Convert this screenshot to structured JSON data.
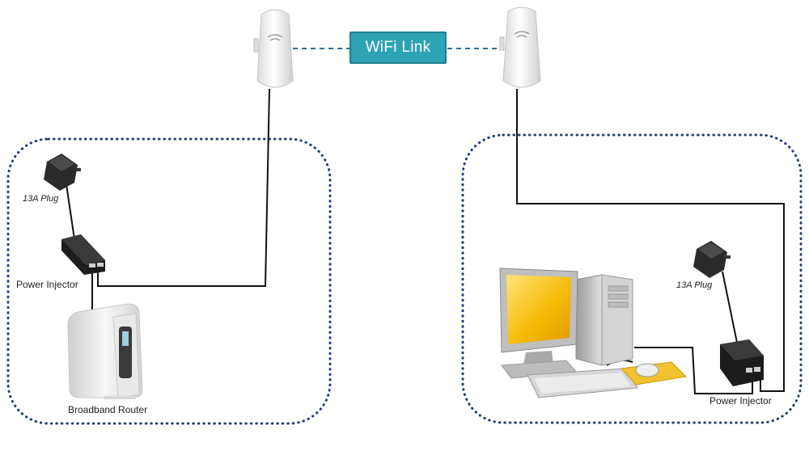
{
  "wifi_link": {
    "label": "WiFi Link"
  },
  "left_site": {
    "plug_label": "13A Plug",
    "injector_label": "Power Injector",
    "router_label": "Broadband Router"
  },
  "right_site": {
    "plug_label": "13A Plug",
    "injector_label": "Power Injector"
  },
  "colors": {
    "link_box": "#2ea3b4",
    "dotted_border": "#1f3c78",
    "cable": "#111111",
    "monitor_screen": "#f5b800",
    "mouse_pad": "#f2c230"
  },
  "icons": [
    "access-point-icon",
    "plug-icon",
    "power-injector-icon",
    "router-icon",
    "desktop-computer-icon"
  ]
}
